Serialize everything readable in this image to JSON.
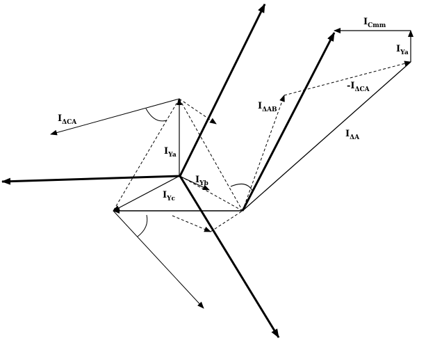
{
  "labels": {
    "i_delta_ca": {
      "main": "I",
      "sub": "ΔCA"
    },
    "i_delta_ab": {
      "main": "I",
      "sub": "ΔAB"
    },
    "i_delta_a": {
      "main": "I",
      "sub": "ΔA"
    },
    "i_ya_center": {
      "main": "I",
      "sub": "Ya"
    },
    "i_yb": {
      "main": "I",
      "sub": "Yb"
    },
    "i_yc": {
      "main": "I",
      "sub": "Yc"
    },
    "i_ya_right": {
      "main": "I",
      "sub": "Ya"
    },
    "i_c_sum": {
      "main": "I",
      "sub": "Cmm"
    },
    "neg_i_delta_ca": {
      "main": "-I",
      "sub": "ΔCA"
    }
  },
  "colors": {
    "stroke": "#000000",
    "background": "#ffffff"
  }
}
